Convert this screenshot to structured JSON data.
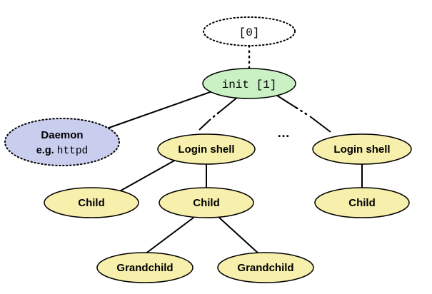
{
  "nodes": {
    "zero": {
      "label": "[0]"
    },
    "init": {
      "label": "init [1]"
    },
    "daemon": {
      "label_line1": "Daemon",
      "label_line2_prefix": "e.g. ",
      "label_line2_code": "httpd"
    },
    "login_shell_1": {
      "label": "Login shell"
    },
    "login_shell_2": {
      "label": "Login shell"
    },
    "child_1": {
      "label": "Child"
    },
    "child_2": {
      "label": "Child"
    },
    "child_3": {
      "label": "Child"
    },
    "grandchild_1": {
      "label": "Grandchild"
    },
    "grandchild_2": {
      "label": "Grandchild"
    }
  },
  "ellipsis": "…",
  "colors": {
    "process_node": "#f7efac",
    "init_node": "#c9f1c4",
    "daemon_node": "#c9cdee",
    "outline": "#000000"
  }
}
